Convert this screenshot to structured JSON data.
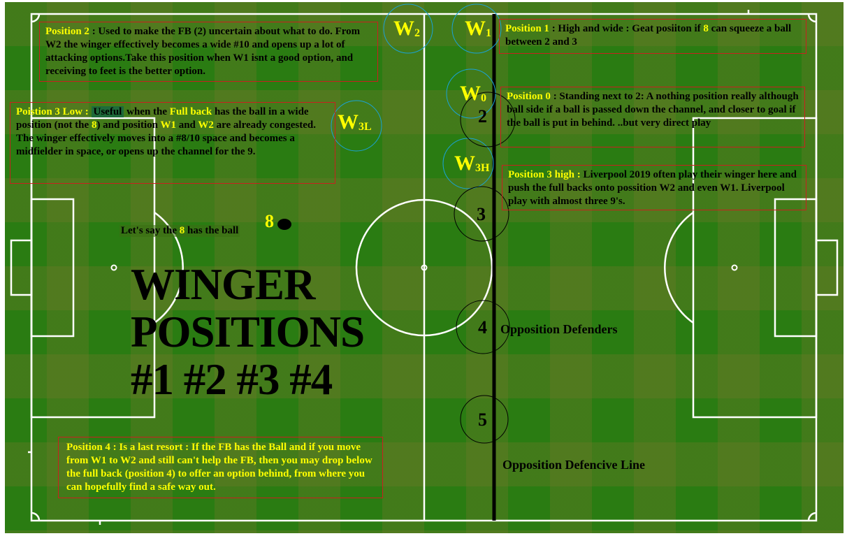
{
  "title": {
    "line1": "WINGER",
    "line2": "POSITIONS",
    "line3": "#1 #2 #3 #4"
  },
  "colors": {
    "pitch_dark": "#2a7c12",
    "pitch_light": "#4a7a1e",
    "lines": "#ffffff",
    "box_border": "#c9201f",
    "highlight_text": "#ffff00",
    "winger_circle": "#1aa3d6",
    "defender_circle": "#000000",
    "defensive_line": "#000000"
  },
  "ball_carrier": {
    "number": "8",
    "caption_pre": "Let's say the ",
    "caption_num": "8",
    "caption_post": " has the ball"
  },
  "winger_markers": [
    {
      "id": "W2",
      "main": "W",
      "sub": "2"
    },
    {
      "id": "W1",
      "main": "W",
      "sub": "1"
    },
    {
      "id": "W0",
      "main": "W",
      "sub": "0"
    },
    {
      "id": "W3L",
      "main": "W",
      "sub": "3L"
    },
    {
      "id": "W3H",
      "main": "W",
      "sub": "3H"
    }
  ],
  "defenders": [
    "2",
    "3",
    "4",
    "5"
  ],
  "labels": {
    "opposition_defenders": "Opposition Defenders",
    "opposition_defensive_line": "Opposition Defencive Line"
  },
  "notes": {
    "position2": {
      "heading": "Position 2",
      "text": " : Used to make the FB (2) uncertain about what to do. From W2 the winger effectively becomes a wide #10 and opens up a lot of attacking options.Take this position when W1 isnt a good option, and receiving to feet is the better option."
    },
    "position3low": {
      "heading": "Poistion 3 Low : ",
      "t1": "Useful",
      "t2": " when the ",
      "t3": "Full back",
      "t4": " has the ball in a wide position (not the ",
      "t5": "8",
      "t6": ") and position ",
      "t7": "W1",
      "t8": " and ",
      "t9": "W2",
      "t10": " are already congested. The winger effectively moves into a #8/10 space and becomes a midfielder in space, or opens up the channel for the 9."
    },
    "position1": {
      "heading": "Position 1",
      "t1": " : High and wide : Geat posiiton if ",
      "t2": "8",
      "t3": " can squeeze a ball between 2 and 3"
    },
    "position0": {
      "heading": "Position 0",
      "text": " : Standing next to 2: A nothing position really although ball side if a ball is passed down the channel, and closer to goal if the ball is put in behind. ..but very direct play"
    },
    "position3high": {
      "heading": "Position 3 high : ",
      "text": "Liverpool 2019 often play their winger here and push the full backs onto possition W2 and even W1. Liverpool play with almost three 9's."
    },
    "position4": {
      "text": "Position 4 : Is a last resort : If the FB has the Ball and if you move from W1 to W2 and still can't help the FB, then you may drop below the full back (position 4) to offer an option behind, from where you can hopefully find a safe way out."
    }
  }
}
